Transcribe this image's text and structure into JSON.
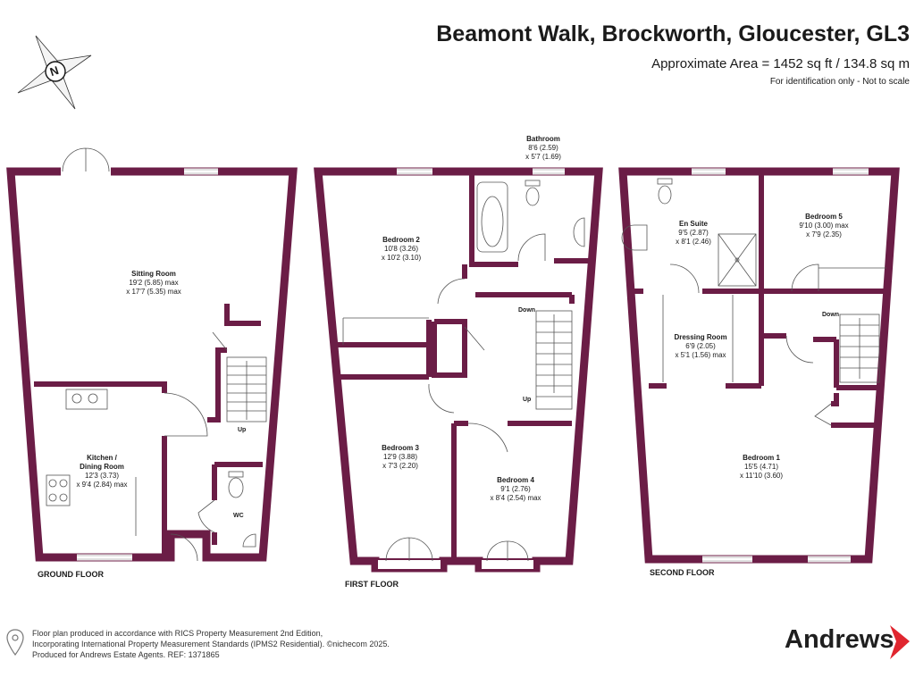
{
  "header": {
    "title": "Beamont Walk, Brockworth, Gloucester, GL3",
    "area": "Approximate Area = 1452 sq ft / 134.8 sq m",
    "note": "For identification only - Not to scale"
  },
  "compass": {
    "letter": "N"
  },
  "floors": [
    {
      "label": "GROUND FLOOR"
    },
    {
      "label": "FIRST FLOOR"
    },
    {
      "label": "SECOND FLOOR"
    }
  ],
  "rooms": {
    "sitting": {
      "name": "Sitting Room",
      "d1": "19'2 (5.85) max",
      "d2": "x 17'7 (5.35) max"
    },
    "kitchen": {
      "name": "Kitchen /",
      "name2": "Dining Room",
      "d1": "12'3 (3.73)",
      "d2": "x 9'4 (2.84) max"
    },
    "wc": {
      "name": "WC"
    },
    "bedroom2": {
      "name": "Bedroom 2",
      "d1": "10'8 (3.26)",
      "d2": "x 10'2 (3.10)"
    },
    "bathroom": {
      "name": "Bathroom",
      "d1": "8'6 (2.59)",
      "d2": "x 5'7 (1.69)"
    },
    "bedroom3": {
      "name": "Bedroom 3",
      "d1": "12'9 (3.88)",
      "d2": "x 7'3 (2.20)"
    },
    "bedroom4": {
      "name": "Bedroom 4",
      "d1": "9'1 (2.76)",
      "d2": "x 8'4 (2.54) max"
    },
    "ensuite": {
      "name": "En Suite",
      "d1": "9'5 (2.87)",
      "d2": "x 8'1 (2.46)"
    },
    "bedroom5": {
      "name": "Bedroom 5",
      "d1": "9'10 (3.00) max",
      "d2": "x 7'9 (2.35)"
    },
    "dressing": {
      "name": "Dressing Room",
      "d1": "6'9 (2.05)",
      "d2": "x 5'1 (1.56) max"
    },
    "bedroom1": {
      "name": "Bedroom 1",
      "d1": "15'5 (4.71)",
      "d2": "x 11'10 (3.60)"
    }
  },
  "stairs": {
    "up": "Up",
    "down": "Down"
  },
  "footer": {
    "line1": "Floor plan produced in accordance with RICS Property Measurement 2nd Edition,",
    "line2": "Incorporating International Property Measurement Standards (IPMS2 Residential). ©nichecom 2025.",
    "line3": "Produced for Andrews Estate Agents.   REF: 1371865"
  },
  "brand": {
    "name": "Andrews",
    "color": "#e0262f"
  },
  "colors": {
    "wall": "#6b1d46",
    "window": "#ffffff"
  }
}
